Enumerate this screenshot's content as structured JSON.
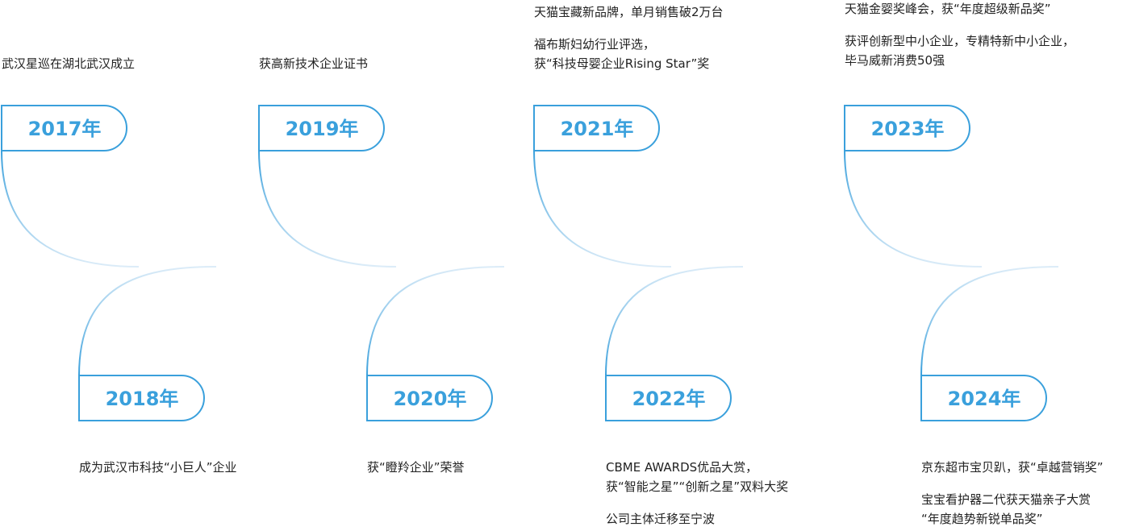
{
  "colors": {
    "accent": "#3aa0dc",
    "text": "#222222",
    "curve_fade": "#dcecf8"
  },
  "milestones": [
    {
      "year": "2017年",
      "side": "top",
      "lines": [
        "武汉星巡在湖北武汉成立"
      ]
    },
    {
      "year": "2018年",
      "side": "bottom",
      "lines": [
        "成为武汉市科技“小巨人”企业"
      ]
    },
    {
      "year": "2019年",
      "side": "top",
      "lines": [
        "获高新技术企业证书"
      ]
    },
    {
      "year": "2020年",
      "side": "bottom",
      "lines": [
        "获“瞪羚企业”荣誉"
      ]
    },
    {
      "year": "2021年",
      "side": "top",
      "lines": [
        "天猫宝藏新品牌，单月销售破2万台",
        "",
        "福布斯妇幼行业评选，",
        "获“科技母婴企业Rising Star”奖"
      ]
    },
    {
      "year": "2022年",
      "side": "bottom",
      "lines": [
        "CBME AWARDS优品大赏，",
        "获“智能之星”“创新之星”双料大奖",
        "",
        "公司主体迁移至宁波"
      ]
    },
    {
      "year": "2023年",
      "side": "top",
      "lines": [
        "天猫金婴奖峰会，获“年度超级新品奖”",
        "",
        "获评创新型中小企业，专精特新中小企业，",
        "毕马威新消费50强"
      ]
    },
    {
      "year": "2024年",
      "side": "bottom",
      "lines": [
        "京东超市宝贝趴，获“卓越营销奖”",
        "",
        "宝宝看护器二代获天猫亲子大赏",
        "“年度趋势新锐单品奖”"
      ]
    }
  ]
}
